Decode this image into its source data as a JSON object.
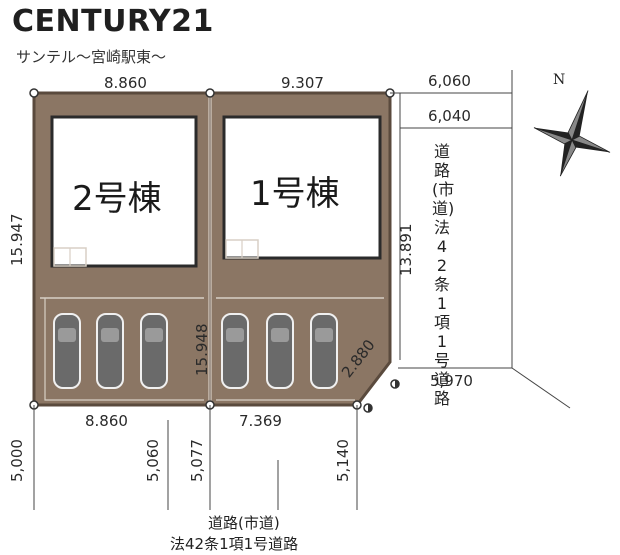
{
  "header": {
    "brand": "CENTURY21",
    "subtitle": "サンテル〜宮崎駅東〜"
  },
  "units": {
    "unit2": "2号棟",
    "unit1": "1号棟"
  },
  "dimensions": {
    "top_left": "8.860",
    "top_right": "9.307",
    "road_top_1": "6,060",
    "road_top_2": "6,040",
    "left_side": "15.947",
    "right_side": "13.891",
    "middle_divider": "15.948",
    "bottom_left": "8.860",
    "bottom_right": "7.369",
    "corner_cut": "2.880",
    "road_right_bottom": "5,970",
    "road_width_1": "5,000",
    "road_width_2": "5,060",
    "road_width_3": "5,077",
    "road_width_4": "5,140"
  },
  "roads": {
    "east_road": "道路(市道)法42条1項1号道路",
    "south_road_line1": "道路(市道)",
    "south_road_line2": "法42条1項1号道路"
  },
  "compass": {
    "north_label": "N"
  },
  "colors": {
    "lot_fill": "#8b7664",
    "lot_border": "#5a4a3d",
    "building_border": "#2b2b2b",
    "parking_lines": "#d8cfc5",
    "dim_lines": "#444444"
  }
}
